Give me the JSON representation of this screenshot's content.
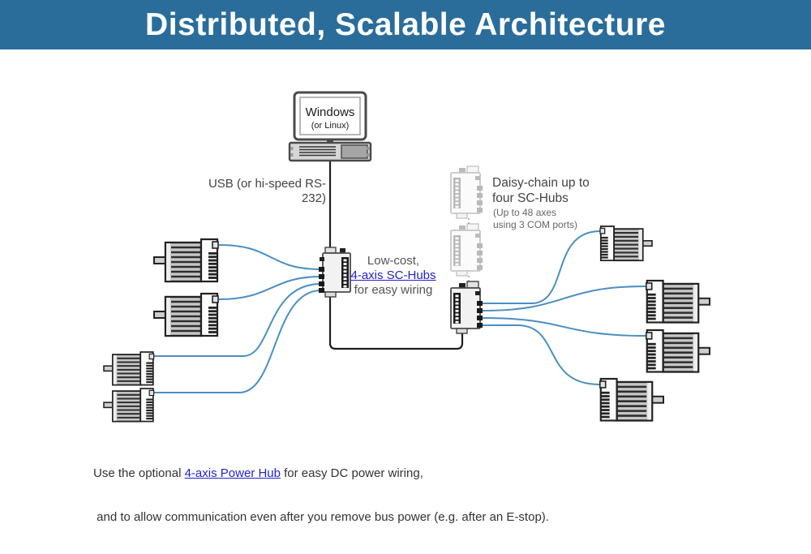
{
  "header": {
    "title": "Distributed, Scalable Architecture"
  },
  "colors": {
    "header_bg": "#2a6d9b",
    "wire_blue": "#4b8fc2",
    "link_blue": "#2323cc",
    "text_dark": "#3d3d3d"
  },
  "computer": {
    "os_label": "Windows",
    "os_sublabel": "(or Linux)"
  },
  "labels": {
    "usb": "USB (or hi-speed RS-232)",
    "hub": {
      "line1": "Low-cost,",
      "link": "4-axis SC-Hubs",
      "line3": "for easy wiring"
    },
    "daisy": {
      "line1": "Daisy-chain up to",
      "line2": "four SC-Hubs",
      "note1": "(Up to 48 axes",
      "note2": "using 3 COM ports)"
    }
  },
  "footer": {
    "line1_prefix": "Use the optional ",
    "line1_link": "4-axis Power Hub",
    "line1_suffix": " for easy DC power wiring,",
    "line2": " and to allow communication even after you remove bus power (e.g. after an E-stop)."
  }
}
